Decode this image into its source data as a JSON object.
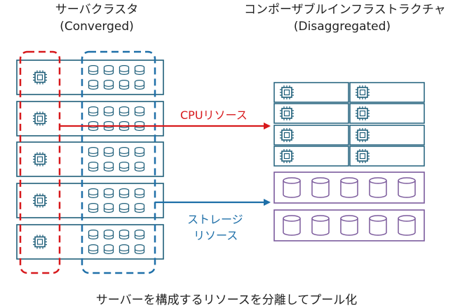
{
  "left": {
    "title": "サーバクラスタ",
    "subtitle": "(Converged)"
  },
  "right": {
    "title": "コンポーザブルインフラストラクチャ",
    "subtitle": "(Disaggregated)"
  },
  "labels": {
    "cpu_resource": "CPUリソース",
    "storage_resource_line1": "ストレージ",
    "storage_resource_line2": "リソース"
  },
  "caption": "サーバーを構成するリソースを分離してプール化",
  "colors": {
    "server_outline": "#1f5f7a",
    "cpu_group": "#d7191c",
    "storage_group": "#1e6fa8",
    "storage_pool": "#7b5a9c",
    "icon": "#1f5f7a"
  }
}
